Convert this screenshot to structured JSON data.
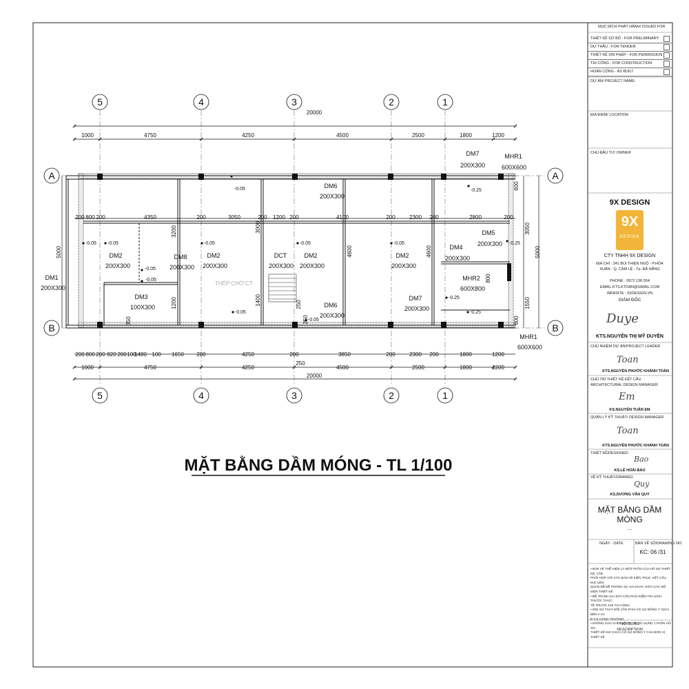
{
  "drawing": {
    "main_title": "MẶT BẰNG DẦM MÓNG  -  TL 1/100",
    "grid_columns": [
      {
        "label": "5"
      },
      {
        "label": "4"
      },
      {
        "label": "3"
      },
      {
        "label": "2"
      },
      {
        "label": "1"
      }
    ],
    "grid_rows": [
      {
        "label": "A"
      },
      {
        "label": "B"
      }
    ],
    "overall_dimension_top": "20000",
    "overall_dimension_bottom": "20000",
    "top_dims_row1": [
      "1000",
      "4750",
      "4250",
      "4500",
      "2500",
      "1800",
      "1200"
    ],
    "top_dims_row2": [
      "200",
      "800",
      "200",
      "4350",
      "200",
      "3050",
      "200",
      "1200",
      "200",
      "4100",
      "200",
      "2300",
      "200",
      "2800",
      "200"
    ],
    "bottom_dims_row1": [
      "200",
      "800",
      "200",
      "820",
      "200",
      "100",
      "1480",
      "100",
      "1650",
      "200",
      "4250",
      "200",
      "250",
      "3850",
      "200",
      "2300",
      "200",
      "1800",
      "1200"
    ],
    "bottom_dims_row2": [
      "1000",
      "4750",
      "4250",
      "4500",
      "2500",
      "1800",
      "1200"
    ],
    "left_dim": "5000",
    "right_dims": [
      "5000",
      "3050",
      "600",
      "1550",
      "600"
    ],
    "vertical_dims": [
      "3200",
      "3000",
      "4600",
      "4600",
      "1200",
      "1400",
      "350",
      "250",
      "250",
      "800"
    ],
    "beam_labels": [
      {
        "name": "DM7",
        "size": "200X300"
      },
      {
        "name": "MHR1",
        "size": "600X600"
      },
      {
        "name": "DM6",
        "size": "200X300"
      },
      {
        "name": "DM1",
        "size": "200X300"
      },
      {
        "name": "DM2",
        "size": "200X300"
      },
      {
        "name": "DM8",
        "size": "200X300"
      },
      {
        "name": "DM2",
        "size": "200X300"
      },
      {
        "name": "DCT",
        "size": "200X300"
      },
      {
        "name": "DM2",
        "size": "200X300"
      },
      {
        "name": "DM2",
        "size": "200X300"
      },
      {
        "name": "DM4",
        "size": "200X300"
      },
      {
        "name": "DM5",
        "size": "200X300"
      },
      {
        "name": "DM3",
        "size": "100X300"
      },
      {
        "name": "DM6",
        "size": "200X300"
      },
      {
        "name": "DM7",
        "size": "200X300"
      },
      {
        "name": "MHR2",
        "size": "600X800"
      },
      {
        "name": "MHR1",
        "size": "600X600"
      }
    ],
    "levels": [
      "-0.05",
      "-0.05",
      "-0.05",
      "-0.05",
      "-0.05",
      "-0.05",
      "-0.05",
      "-0.05",
      "-0.05",
      "-0.05",
      "-0.05",
      "-0.25",
      "-0.25",
      "-0.25",
      "-0.25"
    ],
    "note_stair": "THÉP CHỜ CT"
  },
  "title_block": {
    "issued_for_header": "MỤC ĐÍCH PHÁT HÀNH/ ISSUED FOR",
    "issued_for": [
      {
        "label": "THIẾT KẾ SƠ BỘ - FOR PRELIMINARY"
      },
      {
        "label": "DỰ THẦU - FOR TENDER"
      },
      {
        "label": "THIẾT KẾ XIN PHÉP - FOR PERMISSION"
      },
      {
        "label": "THI CÔNG - FOR CONSTRUCTION"
      },
      {
        "label": "HOÀN CÔNG - AS BUILT"
      }
    ],
    "project_name": "DỰ ÁN/ PROJECT NAME:",
    "location": "ĐỊA ĐIỂM/ LOCATION",
    "owner": "CHỦ ĐẦU TƯ/ OWNER",
    "company_heading": "9X DESIGN",
    "logo_text": "9X",
    "logo_sub": "DESIGN",
    "company_name": "CTY TNHH 9X DESIGN",
    "address_line1": "ĐỊA CHỈ : 341 BÙI THIỆN NGỘ - P.HÒA",
    "address_line2": "XUÂN - Q. CẨM LỆ - Tp. ĐÀ NẴNG",
    "phone": "PHONE : 0972 138 554",
    "email": "EMAIL:KTS.KTOAN@GMAIL.COM",
    "website": "WEBSITE : 9XDESIGN.VN",
    "director_role": "GIÁM ĐỐC",
    "director_name": "KTS.NGUYỄN THỊ MỸ DUYÊN",
    "project_leader_role": "CHỦ NHIỆM DỰ ÁN/PROJECT LEADER",
    "project_leader_name": "KTS.NGUYỄN PHƯỚC KHÁNH TOÀN",
    "arch_manager_role_1": "CHỦ TRÌ THIẾT KẾ KẾT CẤU",
    "arch_manager_role_2": "ARCHITECTURAL DESIGN MANAGER",
    "arch_manager_name": "KS.NGUYỄN TUẤN EM",
    "tech_manager_role": "QUẢN LÝ KỸ THUẬT/ DESIGN MANAGER",
    "tech_manager_name": "KTS.NGUYỄN PHƯỚC KHÁNH TOÀN",
    "designed_role": "THIẾT KẾ/DESIGNED",
    "designed_name": "KS.LÊ HOÀI BẢO",
    "drawed_role": "VẼ KỸ THUẬT/DRAWED",
    "drawed_name": "KS.DƯƠNG VĂN QUÝ",
    "sheet_title": "MẶT BẰNG DẦM MÓNG",
    "sheet_sub": "...",
    "date_label": "NGÀY - DATE",
    "drawing_no_label": "BẢN VẼ SỐ/DRAWING NO",
    "drawing_no": "KC: 06 /31",
    "notes": [
      "• BẢN VẼ THỂ HIỆN LÀ MỘT PHẦN CỦA HỒ SƠ THIẾT KẾ, CẦN",
      "PHỐI HỢP VỚI CÁC BẢN VẼ KIẾN TRÚC, KẾT CẤU, M.E LIÊN",
      "QUAN ĐỂ ĐỀ PHÒNG SỰ SAI KHÁC GIỮA CÁC BỘ MÔN THIẾT KẾ",
      "• ĐỂ TRÁNH SAI SÓT CẦN PHẢI KIỂM TRA KÍCH THƯỚC THỰC",
      "TẾ TRƯỚC KHI THI CÔNG",
      "• MỌI SỰ THAY ĐỔI CẦN PHẢI CÓ SỰ ĐỒNG Ý GIỮA BÊN A VÀ",
      "B TẠI CÔNG TRƯỜNG",
      "• KHÔNG SAO CHÉP HOẶC TÁI SỬ DỤNG 1 PHẦN HỒ SƠ",
      "THIẾT KẾ KHI CHƯA CÓ SỰ ĐỒNG Ý CỦA ĐƠN VỊ THIẾT KẾ"
    ],
    "content_label": "NỘI DUNG",
    "description_label": "DESCRIPTION"
  },
  "colors": {
    "line": "#111111",
    "wall_hatch": "#9a9a9a",
    "logo": "#f2b53a"
  }
}
